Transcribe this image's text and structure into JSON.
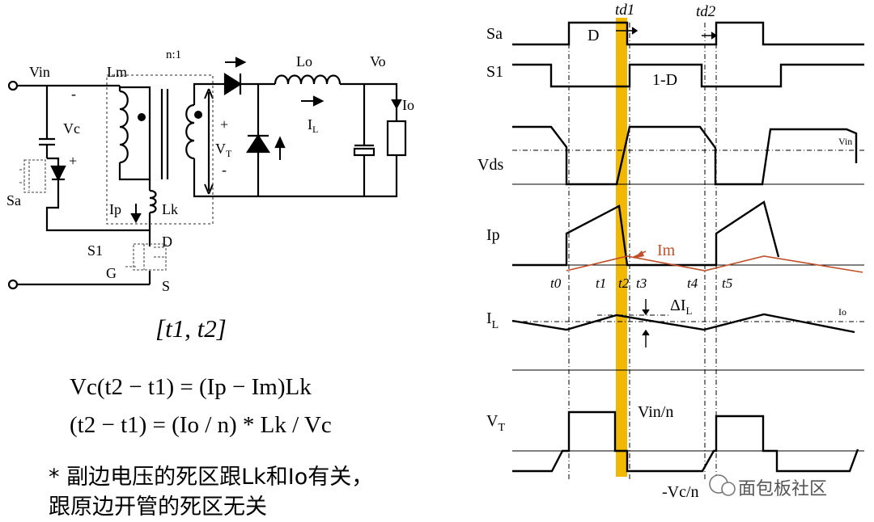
{
  "circuit": {
    "vin": "Vin",
    "lm": "Lm",
    "ratio": "n:1",
    "lo": "Lo",
    "vo": "Vo",
    "minus": "-",
    "vc": "Vc",
    "plus": "+",
    "sa": "Sa",
    "vt_plus": "+",
    "vt_main": "V",
    "vt_sub": "T",
    "vt_minus": "-",
    "il_main": "I",
    "il_sub": "L",
    "io": "Io",
    "ip": "Ip",
    "lk": "Lk",
    "s1": "S1",
    "d": "D",
    "g": "G",
    "s": "S"
  },
  "interval": "[t1, t2]",
  "equations": [
    "Vc(t2 − t1) = (Ip − Im)Lk",
    "(t2 − t1) = (Io / n) * Lk / Vc"
  ],
  "note": [
    "* 副边电压的死区跟Lk和Io有关，",
    "跟原边开管的死区无关"
  ],
  "waveform": {
    "sa": "Sa",
    "s1": "S1",
    "vds": "Vds",
    "ip": "Ip",
    "il_main": "I",
    "il_sub": "L",
    "vt_main": "V",
    "vt_sub": "T",
    "d": "D",
    "one_minus_d": "1-D",
    "td1": "td1",
    "td2": "td2",
    "vin": "Vin",
    "im": "Im",
    "io": "Io",
    "delta_il": "ΔI",
    "delta_il_sub": "L",
    "vin_n": "Vin/n",
    "neg_vc_n": "-Vc/n",
    "times": [
      "t0",
      "t1",
      "t2",
      "t3",
      "t4",
      "t5"
    ]
  },
  "colors": {
    "highlight": "#f2b800",
    "im_trace": "#c0502a",
    "ink": "#000000"
  },
  "watermark": "面包板社区"
}
